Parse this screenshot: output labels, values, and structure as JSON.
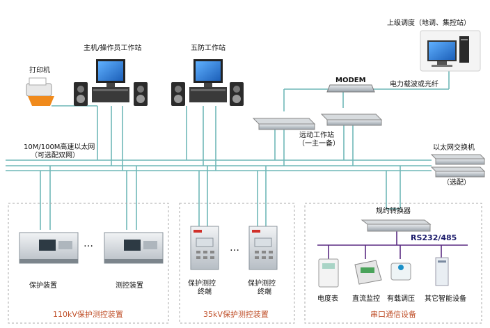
{
  "labels": {
    "upper_dispatch": "上级调度（地调、集控站）",
    "printer": "打印机",
    "host_station": "主机/操作员工作站",
    "five_prevention": "五防工作站",
    "modem": "MODEM",
    "carrier": "电力载波或光纤",
    "telecontrol": "远动工作站",
    "telecontrol_sub": "（一主一备）",
    "ethernet": "10M/100M高速以太网",
    "ethernet_sub": "（可选配双网）",
    "switch": "以太网交换机",
    "switch_opt": "（选配）",
    "protocol_converter": "规约转换器",
    "rs": "RS232/485",
    "prot_device": "保护装置",
    "meas_device": "测控装置",
    "prot_meas_1": "保护测控",
    "terminal_1": "终端",
    "prot_meas_2": "保护测控",
    "terminal_2": "终端",
    "ellipsis": "…",
    "meter": "电度表",
    "dc_monitor": "直流监控",
    "tap_changer": "有载调压",
    "other_smart": "其它智能设备"
  },
  "groups": {
    "g110": "110kV保护测控装置",
    "g35": "35kV保护测控装置",
    "serial": "串口通信设备"
  },
  "colors": {
    "bus_line": "#6fb7b7",
    "caption": "#c0502a",
    "purple_bus": "#5a2a82",
    "monitor_screen": "#2a78d6",
    "device_gray": "#c8ccd0",
    "dashed_box": "#a9a9a9"
  }
}
